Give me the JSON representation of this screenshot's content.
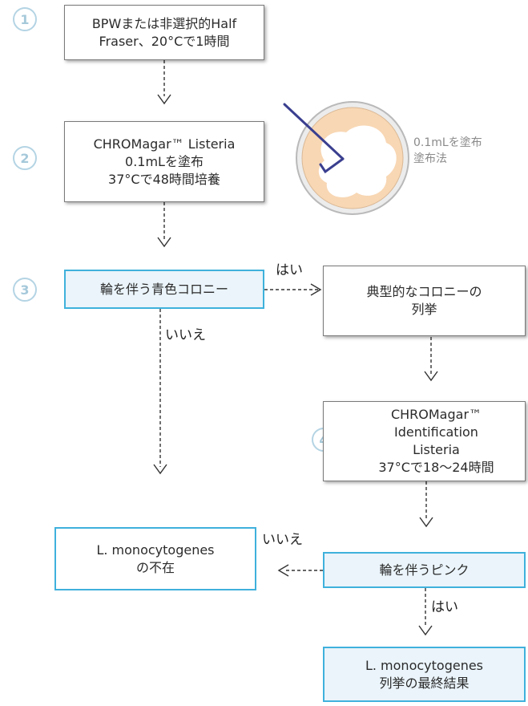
{
  "steps": {
    "s1": "1",
    "s2": "2",
    "s3": "3",
    "s4": "4"
  },
  "boxes": {
    "enrichment": "BPWまたは非選択的Half\nFraser、20°Cで1時間",
    "plating": "CHROMagar™ Listeria\n0.1mLを塗布\n37°Cで48時間培養",
    "blue_colony": "輪を伴う青色コロニー",
    "list_colonies": "典型的なコロニーの\n列挙",
    "identification": "CHROMagar™\nIdentification\nListeria\n37°Cで18〜24時間",
    "pink_halo": "輪を伴うピンク",
    "absence": "L. monocytogenes\nの不在",
    "final_result": "L. monocytogenes\n列挙の最終結果"
  },
  "plate_note": "0.1mLを塗布\n塗布法",
  "labels": {
    "yes_top": "はい",
    "no_left": "いいえ",
    "no_right": "いいえ",
    "yes_bottom": "はい"
  },
  "colors": {
    "blue_border": "#3fb1dc",
    "blue_fill": "#eaf4fa",
    "gray_border": "#7a7a7a",
    "plate_fill": "#f8d7b4",
    "spreader": "#3a3f8f"
  },
  "icons": {
    "plate": "petri-dish-icon",
    "spreader": "spreader-icon"
  }
}
